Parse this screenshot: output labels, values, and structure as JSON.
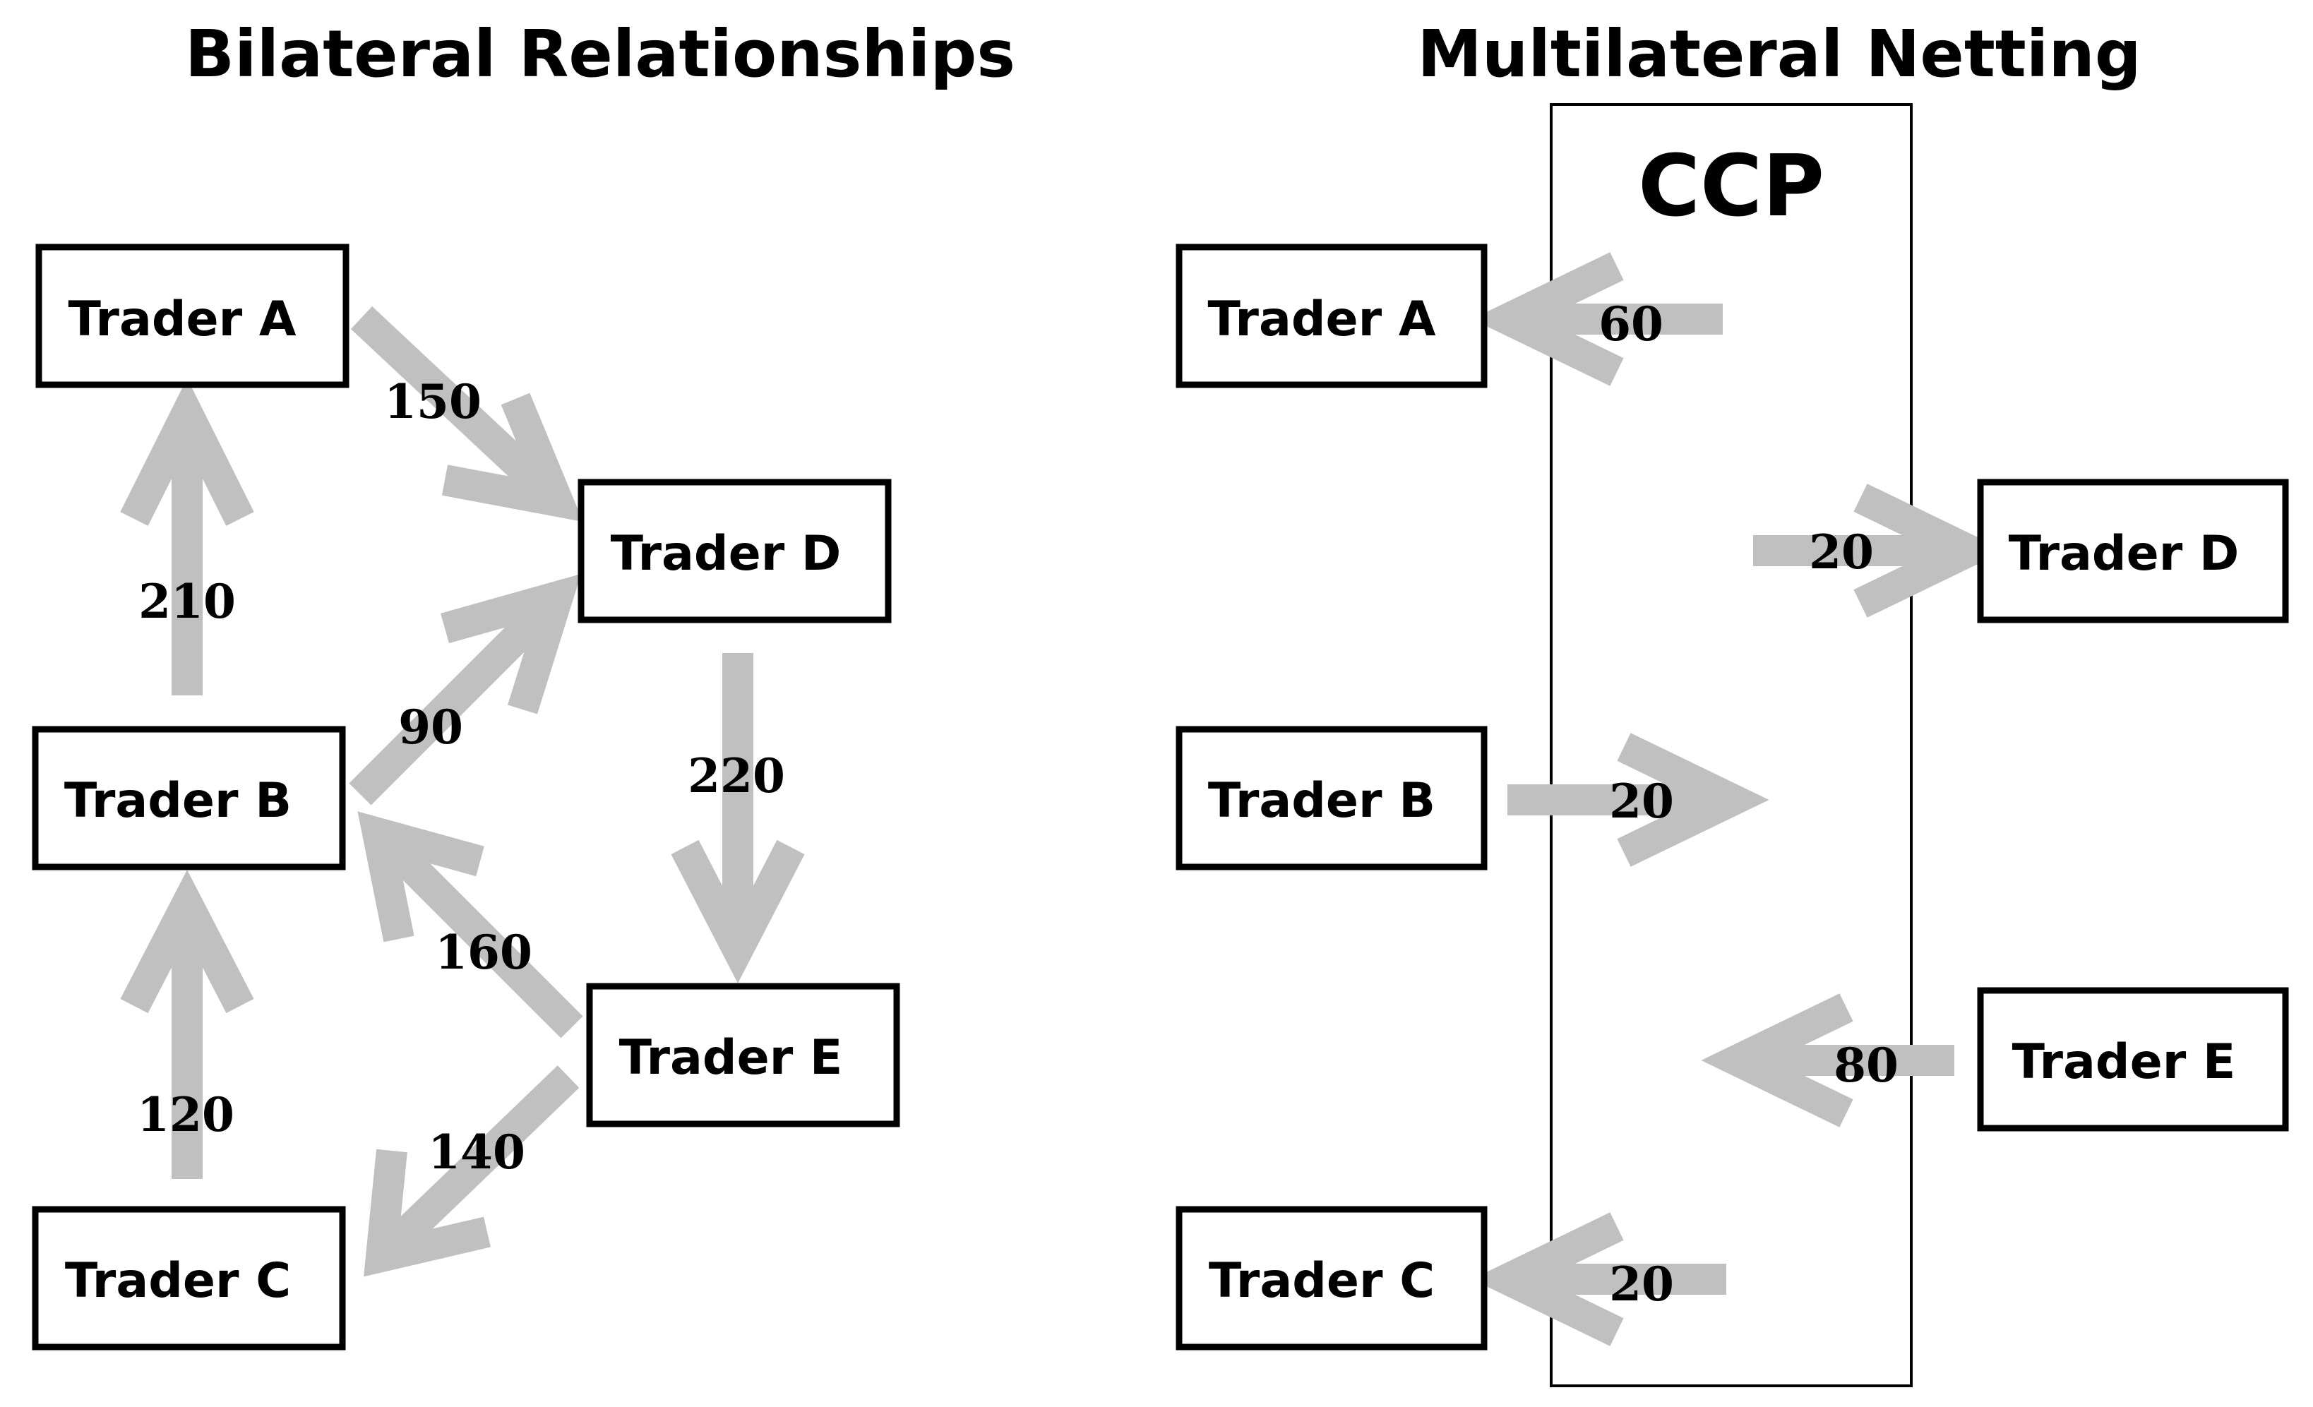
{
  "left_panel": {
    "title": "Bilateral Relationships",
    "traders": {
      "a": "Trader A",
      "b": "Trader B",
      "c": "Trader C",
      "d": "Trader D",
      "e": "Trader E"
    },
    "flows": [
      {
        "from": "Trader A",
        "to": "Trader D",
        "amount": "150"
      },
      {
        "from": "Trader B",
        "to": "Trader A",
        "amount": "210"
      },
      {
        "from": "Trader B",
        "to": "Trader D",
        "amount": "90"
      },
      {
        "from": "Trader D",
        "to": "Trader E",
        "amount": "220"
      },
      {
        "from": "Trader E",
        "to": "Trader B",
        "amount": "160"
      },
      {
        "from": "Trader E",
        "to": "Trader C",
        "amount": "140"
      },
      {
        "from": "Trader C",
        "to": "Trader B",
        "amount": "120"
      }
    ]
  },
  "right_panel": {
    "title": "Multilateral Netting",
    "ccp_label": "CCP",
    "traders": {
      "a": "Trader A",
      "b": "Trader B",
      "c": "Trader C",
      "d": "Trader D",
      "e": "Trader E"
    },
    "flows": [
      {
        "from": "CCP",
        "to": "Trader A",
        "amount": "60"
      },
      {
        "from": "CCP",
        "to": "Trader D",
        "amount": "20"
      },
      {
        "from": "Trader B",
        "to": "CCP",
        "amount": "20"
      },
      {
        "from": "Trader E",
        "to": "CCP",
        "amount": "80"
      },
      {
        "from": "CCP",
        "to": "Trader C",
        "amount": "20"
      }
    ]
  },
  "colors": {
    "arrow": "#c0c0c0",
    "box_border": "#000000",
    "text": "#000000"
  }
}
